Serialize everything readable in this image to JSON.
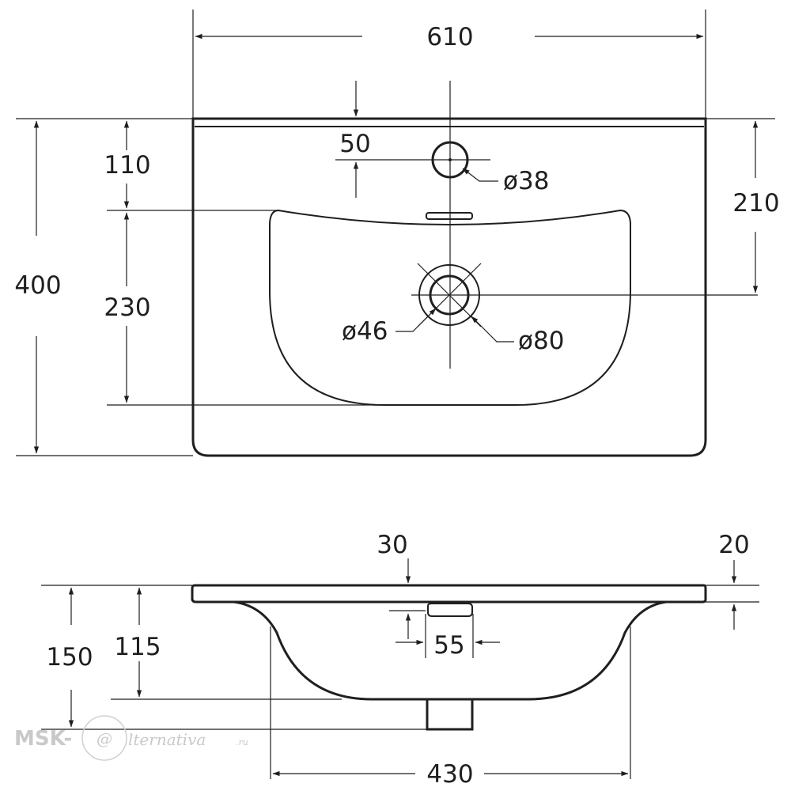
{
  "top_view": {
    "width": "610",
    "depth": "400",
    "hole_offset": "50",
    "hole_diameter": "ø38",
    "rim_depth": "110",
    "drain_offset": "210",
    "bowl_depth": "230",
    "drain_diameter": "ø46",
    "drain_outer_diameter": "ø80"
  },
  "side_view": {
    "overflow_offset": "30",
    "deck_thickness": "20",
    "overflow_width": "55",
    "total_height": "150",
    "bowl_height": "115",
    "bowl_width": "430"
  },
  "watermark": {
    "brand_left": "MSK-",
    "brand_glyph": "@",
    "brand_right": "lternativa",
    "brand_domain": ".ru"
  }
}
